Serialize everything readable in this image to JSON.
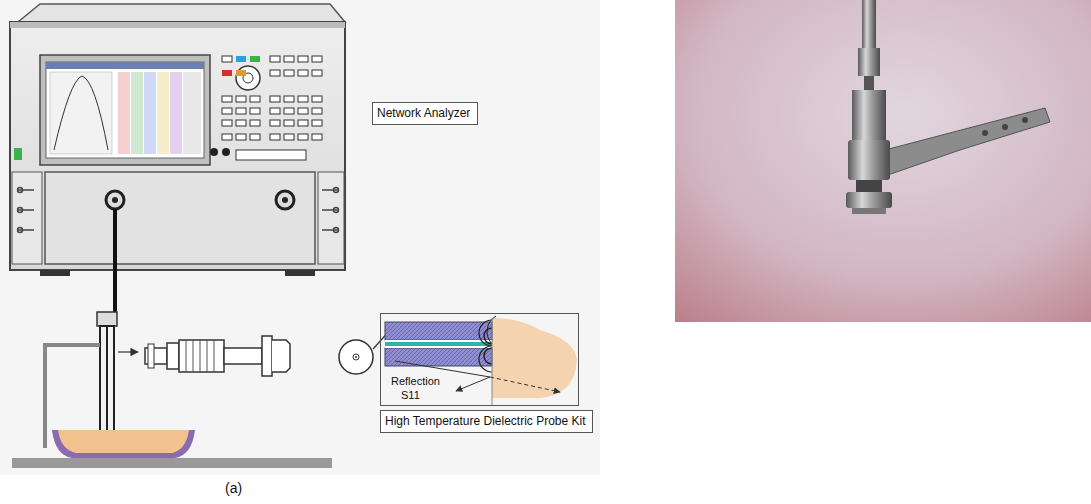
{
  "diagram": {
    "caption": "(a)",
    "nodes": [
      {
        "text": [
          "Network Analyzer"
        ]
      },
      {
        "text": [
          "Reflection",
          "S11"
        ]
      },
      {
        "text": [
          "High Temperature Dielectric Probe Kit"
        ]
      }
    ]
  }
}
